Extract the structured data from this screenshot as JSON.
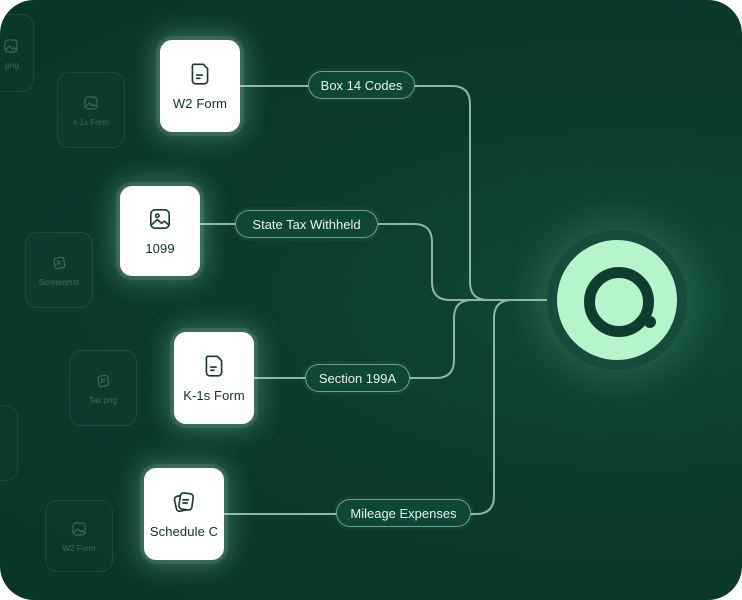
{
  "documents": [
    {
      "label": "W2 Form",
      "icon": "document-icon"
    },
    {
      "label": "1099",
      "icon": "image-icon"
    },
    {
      "label": "K-1s Form",
      "icon": "document-icon"
    },
    {
      "label": "Schedule C",
      "icon": "stacked-notes-icon"
    }
  ],
  "extracted_fields": [
    {
      "label": "Box 14 Codes"
    },
    {
      "label": "State Tax Withheld"
    },
    {
      "label": "Section 199A"
    },
    {
      "label": "Mileage Expenses"
    }
  ],
  "background_files": [
    {
      "label": ".png"
    },
    {
      "label": "k-1s Form"
    },
    {
      "label": "Screenshot"
    },
    {
      "label": "Tax.png"
    },
    {
      "label": "W2 Form"
    }
  ],
  "hub": {
    "icon": "brand-logo-icon"
  },
  "colors": {
    "background": "#0b3b2d",
    "card": "#ffffff",
    "connector": "#8fb6a4",
    "hub_fill": "#b6f5cb",
    "hub_mark": "#0e3d30"
  }
}
